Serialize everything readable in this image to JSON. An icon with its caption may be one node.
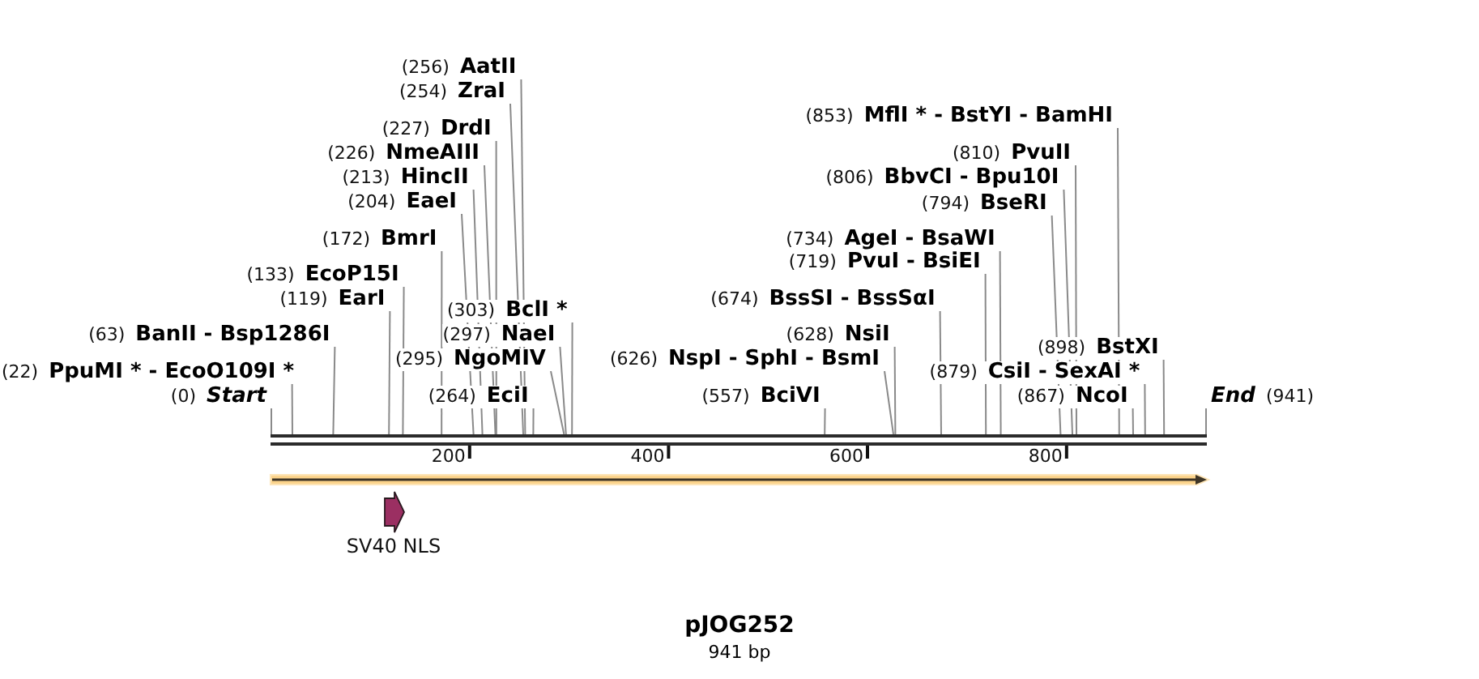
{
  "diagram": {
    "title": "pJOG252",
    "caption": "941 bp",
    "nodes": [
      {
        "text": [
          "(256)",
          "AatII"
        ]
      },
      {
        "text": [
          "(254)",
          "ZraI"
        ]
      },
      {
        "text": [
          "(853)",
          "MflI * - BstYI - BamHI"
        ]
      },
      {
        "text": [
          "(227)",
          "DrdI"
        ]
      },
      {
        "text": [
          "(226)",
          "NmeAIII"
        ]
      },
      {
        "text": [
          "(810)",
          "PvuII"
        ]
      },
      {
        "text": [
          "(213)",
          "HincII"
        ]
      },
      {
        "text": [
          "(806)",
          "BbvCI - Bpu10I"
        ]
      },
      {
        "text": [
          "(204)",
          "EaeI"
        ]
      },
      {
        "text": [
          "(794)",
          "BseRI"
        ]
      },
      {
        "text": [
          "(734)",
          "AgeI - BsaWI"
        ]
      },
      {
        "text": [
          "(172)",
          "BmrI"
        ]
      },
      {
        "text": [
          "(719)",
          "PvuI - BsiEI"
        ]
      },
      {
        "text": [
          "(133)",
          "EcoP15I"
        ]
      },
      {
        "text": [
          "(119)",
          "EarI"
        ]
      },
      {
        "text": [
          "(674)",
          "BssSI - BssSαI"
        ]
      },
      {
        "text": [
          "(303)",
          "BclI *"
        ]
      },
      {
        "text": [
          "(63)",
          "BanII - Bsp1286I"
        ]
      },
      {
        "text": [
          "(297)",
          "NaeI"
        ]
      },
      {
        "text": [
          "(628)",
          "NsiI"
        ]
      },
      {
        "text": [
          "(898)",
          "BstXI"
        ]
      },
      {
        "text": [
          "(295)",
          "NgoMIV"
        ]
      },
      {
        "text": [
          "(626)",
          "NspI - SphI - BsmI"
        ]
      },
      {
        "text": [
          "(22)",
          "PpuMI * - EcoO109I *"
        ]
      },
      {
        "text": [
          "(879)",
          "CsiI - SexAI *"
        ]
      },
      {
        "text": [
          "(0)",
          "Start"
        ]
      },
      {
        "text": [
          "(264)",
          "EciI"
        ]
      },
      {
        "text": [
          "(557)",
          "BciVI"
        ]
      },
      {
        "text": [
          "(867)",
          "NcoI"
        ]
      },
      {
        "text": [
          "End",
          "(941)"
        ]
      },
      {
        "text": [],
        "shape": "bar"
      },
      {
        "text": [
          "SV40 NLS"
        ]
      }
    ],
    "edges": [
      {
        "from": 0,
        "to": 30,
        "arrow": "none"
      },
      {
        "from": 1,
        "to": 30,
        "arrow": "none"
      },
      {
        "from": 2,
        "to": 30,
        "arrow": "none"
      },
      {
        "from": 3,
        "to": 30,
        "arrow": "none"
      },
      {
        "from": 4,
        "to": 30,
        "arrow": "none"
      },
      {
        "from": 5,
        "to": 30,
        "arrow": "none"
      },
      {
        "from": 6,
        "to": 30,
        "arrow": "none"
      },
      {
        "from": 7,
        "to": 30,
        "arrow": "none"
      },
      {
        "from": 8,
        "to": 30,
        "arrow": "none"
      },
      {
        "from": 9,
        "to": 30,
        "arrow": "none"
      },
      {
        "from": 10,
        "to": 30,
        "arrow": "none"
      },
      {
        "from": 11,
        "to": 30,
        "arrow": "none"
      },
      {
        "from": 12,
        "to": 30,
        "arrow": "none"
      },
      {
        "from": 13,
        "to": 30,
        "arrow": "none"
      },
      {
        "from": 14,
        "to": 30,
        "arrow": "none"
      },
      {
        "from": 15,
        "to": 30,
        "arrow": "none"
      },
      {
        "from": 16,
        "to": 30,
        "arrow": "none"
      },
      {
        "from": 17,
        "to": 30,
        "arrow": "none"
      },
      {
        "from": 18,
        "to": 30,
        "arrow": "none"
      },
      {
        "from": 19,
        "to": 30,
        "arrow": "none"
      },
      {
        "from": 20,
        "to": 30,
        "arrow": "none"
      },
      {
        "from": 21,
        "to": 30,
        "arrow": "none"
      },
      {
        "from": 22,
        "to": 30,
        "arrow": "none"
      },
      {
        "from": 23,
        "to": 30,
        "arrow": "none"
      },
      {
        "from": 24,
        "to": 30,
        "arrow": "none"
      },
      {
        "from": 25,
        "to": 30,
        "arrow": "none"
      },
      {
        "from": 26,
        "to": 30,
        "arrow": "none"
      },
      {
        "from": 27,
        "to": 30,
        "arrow": "none"
      },
      {
        "from": 28,
        "to": 30,
        "arrow": "none"
      },
      {
        "from": 29,
        "to": 30,
        "arrow": "none"
      }
    ],
    "labels": [
      "200",
      "400",
      "600",
      "800"
    ]
  }
}
